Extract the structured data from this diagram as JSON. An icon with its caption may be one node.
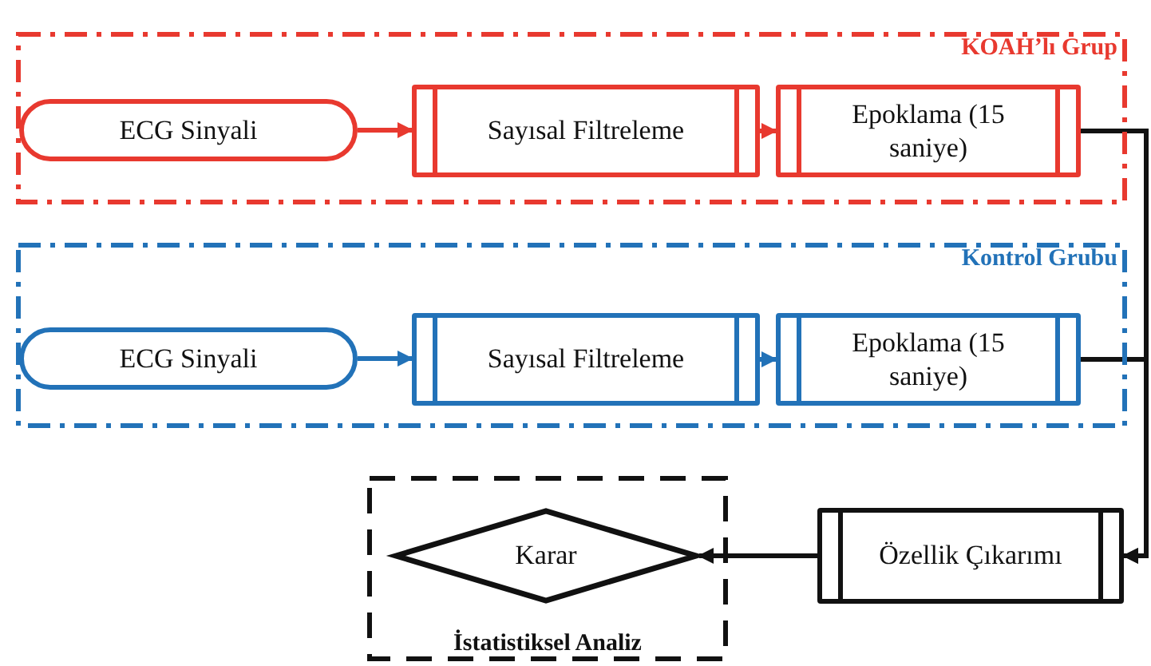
{
  "diagram": {
    "nodes": [
      {
        "text": [
          "KOAH’lı Grup"
        ]
      },
      {
        "text": [
          "ECG Sinyali"
        ],
        "in": 0
      },
      {
        "text": [
          "Sayısal Filtreleme"
        ],
        "in": 0
      },
      {
        "text": [
          "Epoklama (15 saniye)"
        ],
        "in": 0
      },
      {
        "text": [
          "Kontrol Grubu"
        ]
      },
      {
        "text": [
          "ECG Sinyali"
        ],
        "in": 4
      },
      {
        "text": [
          "Sayısal Filtreleme"
        ],
        "in": 4
      },
      {
        "text": [
          "Epoklama (15 saniye)"
        ],
        "in": 4
      },
      {
        "text": [
          "İstatistiksel Analiz"
        ]
      },
      {
        "text": [
          "Karar"
        ],
        "in": 8
      },
      {
        "text": [
          "Özellik Çıkarımı"
        ]
      }
    ],
    "edges": [
      {
        "from": 1,
        "to": 2,
        "arrow": "to",
        "color": "#e8392f"
      },
      {
        "from": 2,
        "to": 3,
        "arrow": "to",
        "color": "#e8392f"
      },
      {
        "from": 5,
        "to": 6,
        "arrow": "to",
        "color": "#2272b8"
      },
      {
        "from": 6,
        "to": 7,
        "arrow": "to",
        "color": "#2272b8"
      },
      {
        "from": 3,
        "to": 10,
        "arrow": "to"
      },
      {
        "from": 7,
        "to": 10,
        "arrow": "to"
      },
      {
        "from": 10,
        "to": 9,
        "arrow": "to"
      }
    ]
  }
}
